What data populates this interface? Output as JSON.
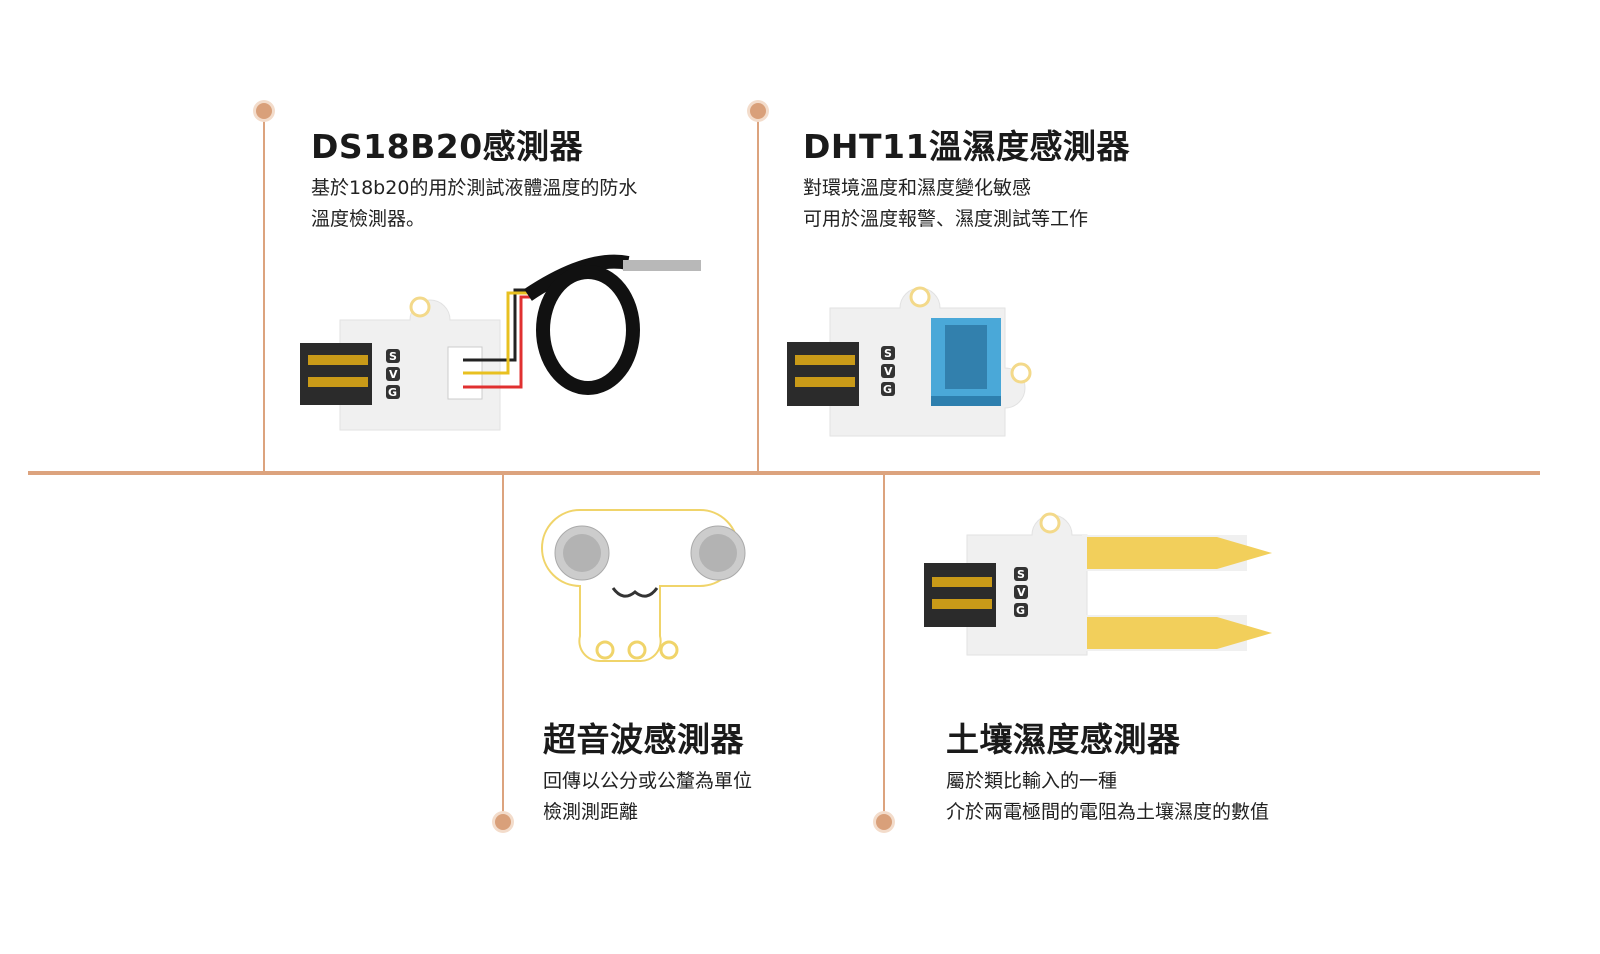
{
  "colors": {
    "timeline": "#dca37e",
    "board": "#f0f0f0",
    "dht_blue": "#4aa8d8",
    "soil_gold": "#f2cf5b",
    "ultrasonic_outline": "#f0d46a"
  },
  "pin_labels": [
    "S",
    "V",
    "G"
  ],
  "sensors": [
    {
      "title": "DS18B20感測器",
      "desc": [
        "基於18b20的用於測試液體溫度的防水",
        "溫度檢測器。"
      ],
      "icon": "ds18b20-probe"
    },
    {
      "title": "DHT11溫濕度感測器",
      "desc": [
        "對環境溫度和濕度變化敏感",
        "可用於溫度報警、濕度測試等工作"
      ],
      "icon": "dht11-module"
    },
    {
      "title": "超音波感測器",
      "desc": [
        "回傳以公分或公釐為單位",
        "檢測測距離"
      ],
      "icon": "ultrasonic-module"
    },
    {
      "title": "土壤濕度感測器",
      "desc": [
        "屬於類比輸入的一種",
        "介於兩電極間的電阻為土壤濕度的數值"
      ],
      "icon": "soil-moisture-probe"
    }
  ]
}
